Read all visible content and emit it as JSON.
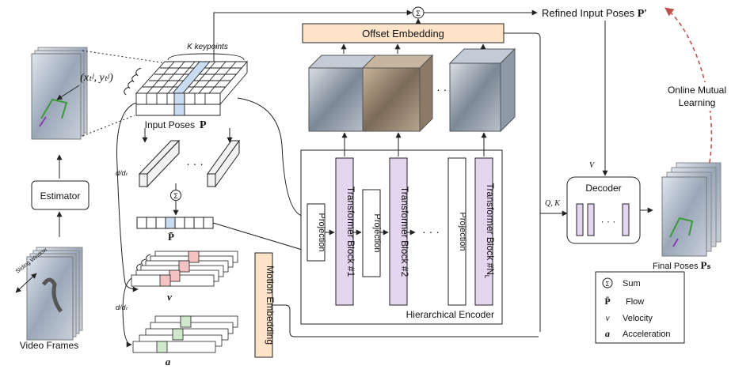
{
  "labels": {
    "refined_poses": "Refined Input Poses",
    "refined_poses_sym": "P′",
    "offset_embedding": "Offset Embedding",
    "online_mutual_learning_1": "Online Mutual",
    "online_mutual_learning_2": "Learning",
    "k_keypoints": "K keypoints",
    "coord": "(xₜʲ, yₜʲ)",
    "input_poses": "Input Poses",
    "input_poses_sym": "P",
    "estimator": "Estimator",
    "sliding_window": "Sliding Window",
    "video_frames": "Video Frames",
    "deriv_1": "d/dₜ",
    "deriv_2": "d/dₜ",
    "flow_sym": "P̄",
    "velocity_sym": "v",
    "accel_sym": "a",
    "motion_embedding": "Motion Embedding",
    "projection_1": "Projection",
    "projection_2": "Projection",
    "projection_3": "Projection",
    "transformer_1": "Transformer Block #1",
    "transformer_2": "Transformer Block #2",
    "transformer_n": "Transformer Block #N",
    "transformer_n_sub": "L",
    "hierarchical_encoder": "Hierarchical Encoder",
    "qk": "Q, K",
    "v_label": "V",
    "decoder": "Decoder",
    "final_poses": "Final Poses",
    "final_poses_sym": "Pₛ",
    "ellipsis": "· · ·",
    "sum_symbol": "Σ"
  },
  "legend": [
    {
      "symbol": "Σ",
      "text": "Sum"
    },
    {
      "symbol": "P̄",
      "text": "Flow"
    },
    {
      "symbol": "v",
      "text": "Velocity"
    },
    {
      "symbol": "a",
      "text": "Acceleration"
    }
  ],
  "colors": {
    "offset_embedding_fill": "#fde3c8",
    "motion_embedding_fill": "#fde3c8",
    "transformer_fill": "#e6d5ee",
    "highlight_blue": "#c9dcf2",
    "highlight_red": "#f4c4c4",
    "highlight_green": "#cfe8cc",
    "dashed_arrow": "#c0504d"
  }
}
